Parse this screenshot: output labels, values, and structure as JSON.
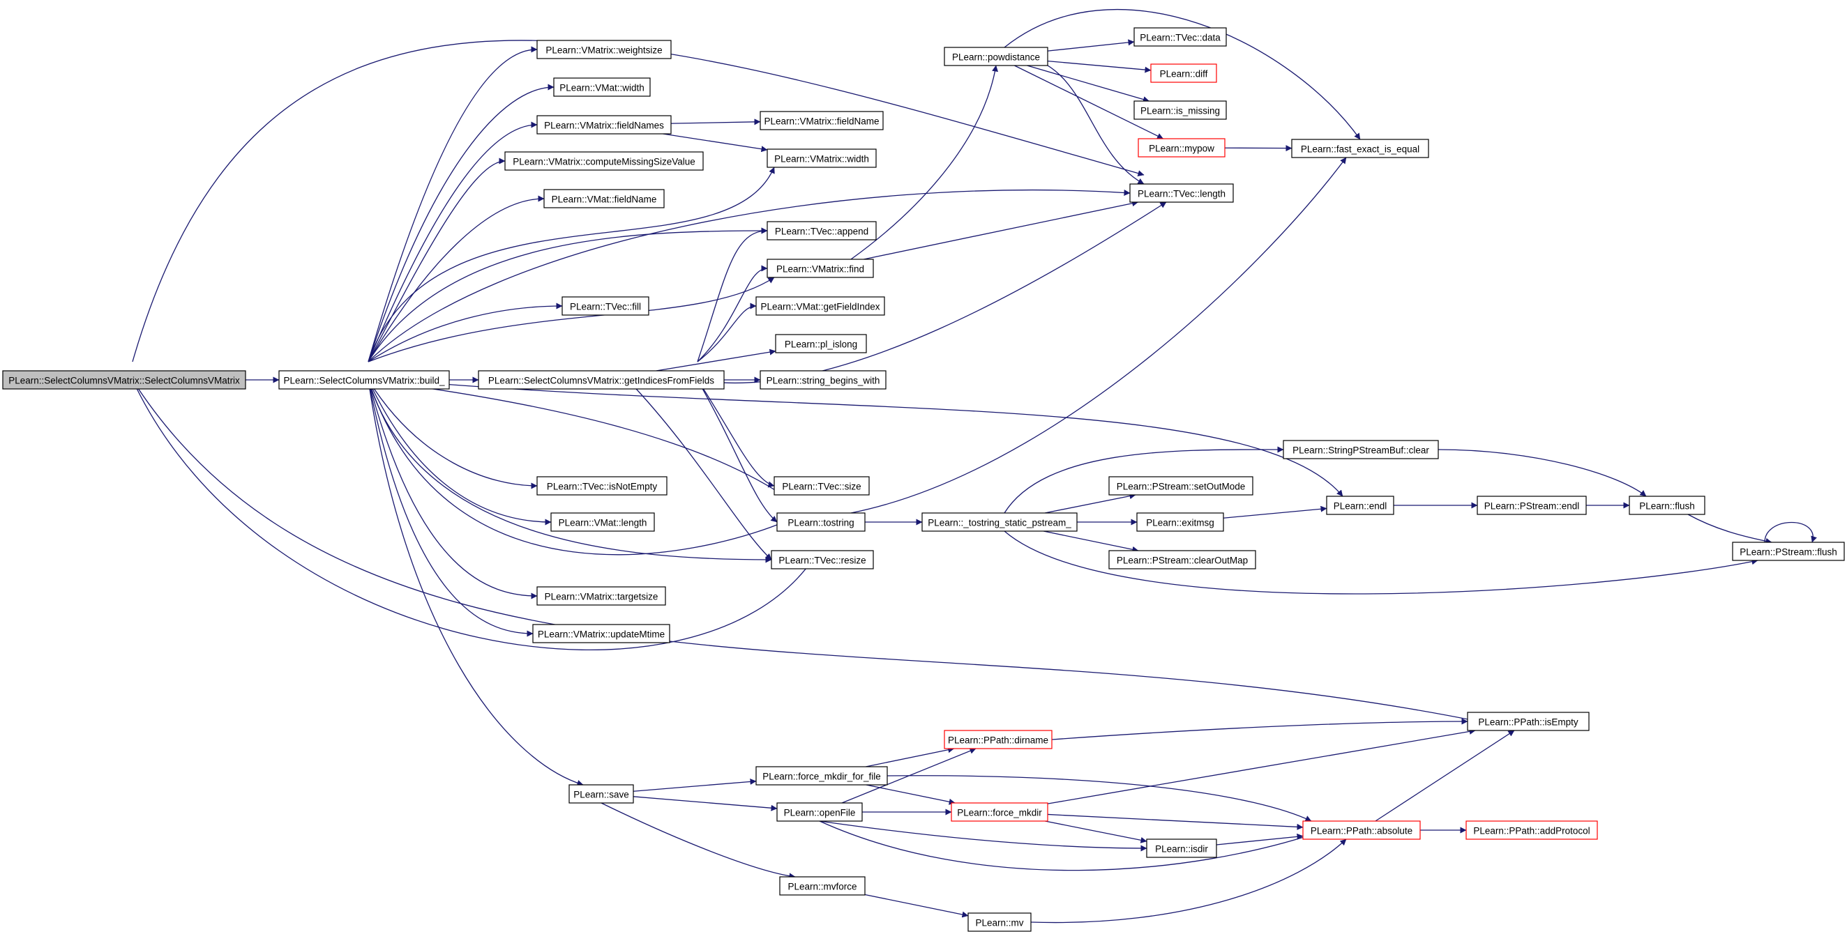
{
  "diagram": {
    "type": "call-graph",
    "colors": {
      "edge": "#191970",
      "node_border": "#000000",
      "node_border_truncated": "#ff0000",
      "root_fill": "#bfbfbf",
      "node_fill": "#ffffff"
    },
    "nodes": [
      {
        "id": "root",
        "label": "PLearn::SelectColumnsVMatrix::SelectColumnsVMatrix",
        "root": true
      },
      {
        "id": "build",
        "label": "PLearn::SelectColumnsVMatrix::build_"
      },
      {
        "id": "weightsize",
        "label": "PLearn::VMatrix::weightsize"
      },
      {
        "id": "vmatwidth",
        "label": "PLearn::VMat::width"
      },
      {
        "id": "fieldNames",
        "label": "PLearn::VMatrix::fieldNames"
      },
      {
        "id": "fieldName2",
        "label": "PLearn::VMatrix::fieldName"
      },
      {
        "id": "vmxwidth",
        "label": "PLearn::VMatrix::width"
      },
      {
        "id": "computeMissing",
        "label": "PLearn::VMatrix::computeMissingSizeValue"
      },
      {
        "id": "vmatFieldName",
        "label": "PLearn::VMat::fieldName"
      },
      {
        "id": "append",
        "label": "PLearn::TVec::append"
      },
      {
        "id": "find",
        "label": "PLearn::VMatrix::find"
      },
      {
        "id": "getFieldIndex",
        "label": "PLearn::VMat::getFieldIndex"
      },
      {
        "id": "fill",
        "label": "PLearn::TVec::fill"
      },
      {
        "id": "islong",
        "label": "PLearn::pl_islong"
      },
      {
        "id": "getIndices",
        "label": "PLearn::SelectColumnsVMatrix::getIndicesFromFields"
      },
      {
        "id": "beginsWith",
        "label": "PLearn::string_begins_with"
      },
      {
        "id": "tvecsize",
        "label": "PLearn::TVec::size"
      },
      {
        "id": "isNotEmpty",
        "label": "PLearn::TVec::isNotEmpty"
      },
      {
        "id": "tostring",
        "label": "PLearn::tostring"
      },
      {
        "id": "vmatLength",
        "label": "PLearn::VMat::length"
      },
      {
        "id": "resize",
        "label": "PLearn::TVec::resize"
      },
      {
        "id": "targetsize",
        "label": "PLearn::VMatrix::targetsize"
      },
      {
        "id": "updateMtime",
        "label": "PLearn::VMatrix::updateMtime"
      },
      {
        "id": "powdistance",
        "label": "PLearn::powdistance"
      },
      {
        "id": "tvecdata",
        "label": "PLearn::TVec::data"
      },
      {
        "id": "diff",
        "label": "PLearn::diff",
        "truncated": true
      },
      {
        "id": "ismissing",
        "label": "PLearn::is_missing"
      },
      {
        "id": "mypow",
        "label": "PLearn::mypow",
        "truncated": true
      },
      {
        "id": "tveclength",
        "label": "PLearn::TVec::length"
      },
      {
        "id": "fastExact",
        "label": "PLearn::fast_exact_is_equal"
      },
      {
        "id": "tostringStatic",
        "label": "PLearn::_tostring_static_pstream_"
      },
      {
        "id": "spsbClear",
        "label": "PLearn::StringPStreamBuf::clear"
      },
      {
        "id": "setOutMode",
        "label": "PLearn::PStream::setOutMode"
      },
      {
        "id": "exitmsg",
        "label": "PLearn::exitmsg"
      },
      {
        "id": "clearOutMap",
        "label": "PLearn::PStream::clearOutMap"
      },
      {
        "id": "endl",
        "label": "PLearn::endl"
      },
      {
        "id": "pstreamEndl",
        "label": "PLearn::PStream::endl"
      },
      {
        "id": "flush",
        "label": "PLearn::flush"
      },
      {
        "id": "pstreamFlush",
        "label": "PLearn::PStream::flush"
      },
      {
        "id": "save",
        "label": "PLearn::save"
      },
      {
        "id": "forceMkdirForFile",
        "label": "PLearn::force_mkdir_for_file"
      },
      {
        "id": "openFile",
        "label": "PLearn::openFile"
      },
      {
        "id": "dirname",
        "label": "PLearn::PPath::dirname",
        "truncated": true
      },
      {
        "id": "forceMkdir",
        "label": "PLearn::force_mkdir",
        "truncated": true
      },
      {
        "id": "isdir",
        "label": "PLearn::isdir"
      },
      {
        "id": "absolute",
        "label": "PLearn::PPath::absolute",
        "truncated": true
      },
      {
        "id": "addProtocol",
        "label": "PLearn::PPath::addProtocol",
        "truncated": true
      },
      {
        "id": "isEmpty",
        "label": "PLearn::PPath::isEmpty"
      },
      {
        "id": "mvforce",
        "label": "PLearn::mvforce"
      },
      {
        "id": "mv",
        "label": "PLearn::mv"
      }
    ],
    "edges": [
      [
        "root",
        "build"
      ],
      [
        "root",
        "tveclength"
      ],
      [
        "root",
        "resize"
      ],
      [
        "root",
        "isEmpty"
      ],
      [
        "build",
        "weightsize"
      ],
      [
        "build",
        "vmatwidth"
      ],
      [
        "build",
        "fieldNames"
      ],
      [
        "build",
        "computeMissing"
      ],
      [
        "build",
        "vmatFieldName"
      ],
      [
        "build",
        "vmxwidth"
      ],
      [
        "build",
        "append"
      ],
      [
        "build",
        "fill"
      ],
      [
        "build",
        "find"
      ],
      [
        "build",
        "getIndices"
      ],
      [
        "build",
        "tvecsize"
      ],
      [
        "build",
        "tostring"
      ],
      [
        "build",
        "isNotEmpty"
      ],
      [
        "build",
        "vmatLength"
      ],
      [
        "build",
        "resize"
      ],
      [
        "build",
        "targetsize"
      ],
      [
        "build",
        "updateMtime"
      ],
      [
        "build",
        "save"
      ],
      [
        "build",
        "tveclength"
      ],
      [
        "build",
        "endl"
      ],
      [
        "fieldNames",
        "fieldName2"
      ],
      [
        "fieldNames",
        "vmxwidth"
      ],
      [
        "getIndices",
        "append"
      ],
      [
        "getIndices",
        "find"
      ],
      [
        "getIndices",
        "getFieldIndex"
      ],
      [
        "getIndices",
        "islong"
      ],
      [
        "getIndices",
        "beginsWith"
      ],
      [
        "getIndices",
        "tvecsize"
      ],
      [
        "getIndices",
        "tostring"
      ],
      [
        "getIndices",
        "resize"
      ],
      [
        "getIndices",
        "tveclength"
      ],
      [
        "find",
        "powdistance"
      ],
      [
        "find",
        "tveclength"
      ],
      [
        "powdistance",
        "tvecdata"
      ],
      [
        "powdistance",
        "diff"
      ],
      [
        "powdistance",
        "ismissing"
      ],
      [
        "powdistance",
        "mypow"
      ],
      [
        "powdistance",
        "tveclength"
      ],
      [
        "powdistance",
        "fastExact"
      ],
      [
        "mypow",
        "fastExact"
      ],
      [
        "tostring",
        "tostringStatic"
      ],
      [
        "tostring",
        "fastExact"
      ],
      [
        "tostringStatic",
        "spsbClear"
      ],
      [
        "tostringStatic",
        "setOutMode"
      ],
      [
        "tostringStatic",
        "exitmsg"
      ],
      [
        "tostringStatic",
        "clearOutMap"
      ],
      [
        "tostringStatic",
        "pstreamFlush"
      ],
      [
        "exitmsg",
        "endl"
      ],
      [
        "endl",
        "pstreamEndl"
      ],
      [
        "pstreamEndl",
        "flush"
      ],
      [
        "spsbClear",
        "flush"
      ],
      [
        "flush",
        "pstreamFlush"
      ],
      [
        "pstreamFlush",
        "pstreamFlush"
      ],
      [
        "save",
        "forceMkdirForFile"
      ],
      [
        "save",
        "openFile"
      ],
      [
        "save",
        "mvforce"
      ],
      [
        "forceMkdirForFile",
        "dirname"
      ],
      [
        "forceMkdirForFile",
        "forceMkdir"
      ],
      [
        "forceMkdirForFile",
        "absolute"
      ],
      [
        "openFile",
        "dirname"
      ],
      [
        "openFile",
        "forceMkdir"
      ],
      [
        "openFile",
        "isdir"
      ],
      [
        "openFile",
        "absolute"
      ],
      [
        "dirname",
        "isEmpty"
      ],
      [
        "forceMkdir",
        "isEmpty"
      ],
      [
        "forceMkdir",
        "absolute"
      ],
      [
        "forceMkdir",
        "isdir"
      ],
      [
        "isdir",
        "absolute"
      ],
      [
        "absolute",
        "isEmpty"
      ],
      [
        "absolute",
        "addProtocol"
      ],
      [
        "mvforce",
        "mv"
      ],
      [
        "mv",
        "absolute"
      ]
    ]
  }
}
